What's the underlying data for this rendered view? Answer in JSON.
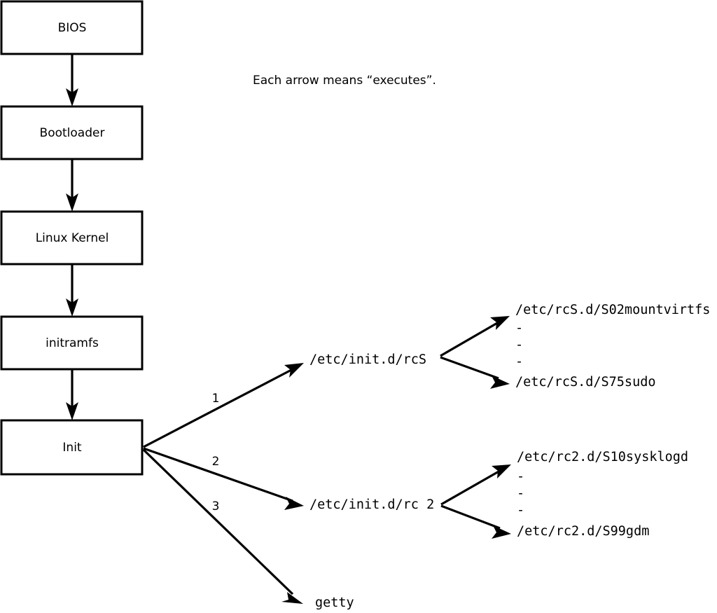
{
  "caption": {
    "text": "Each arrow means “executes”."
  },
  "chain_nodes": [
    {
      "label": "BIOS"
    },
    {
      "label": "Bootloader"
    },
    {
      "label": "Linux Kernel"
    },
    {
      "label": "initramfs"
    },
    {
      "label": "Init"
    }
  ],
  "init_edges": [
    {
      "number": "1",
      "target": "/etc/init.d/rcS"
    },
    {
      "number": "2",
      "target": "/etc/init.d/rc 2"
    },
    {
      "number": "3",
      "target": "getty"
    }
  ],
  "targets": {
    "rcs": "/etc/init.d/rcS",
    "rc2": "/etc/init.d/rc 2",
    "getty": "getty"
  },
  "rcs_scripts": {
    "first": "/etc/rcS.d/S02mountvirtfs",
    "last": "/etc/rcS.d/S75sudo",
    "ellipsis": [
      "-",
      "-",
      "-"
    ]
  },
  "rc2_scripts": {
    "first": "/etc/rc2.d/S10sysklogd",
    "last": "/etc/rc2.d/S99gdm",
    "ellipsis": [
      "-",
      "-",
      "-"
    ]
  },
  "colors": {
    "stroke": "#000000",
    "background": "#ffffff",
    "box_fill": "#ffffff"
  }
}
